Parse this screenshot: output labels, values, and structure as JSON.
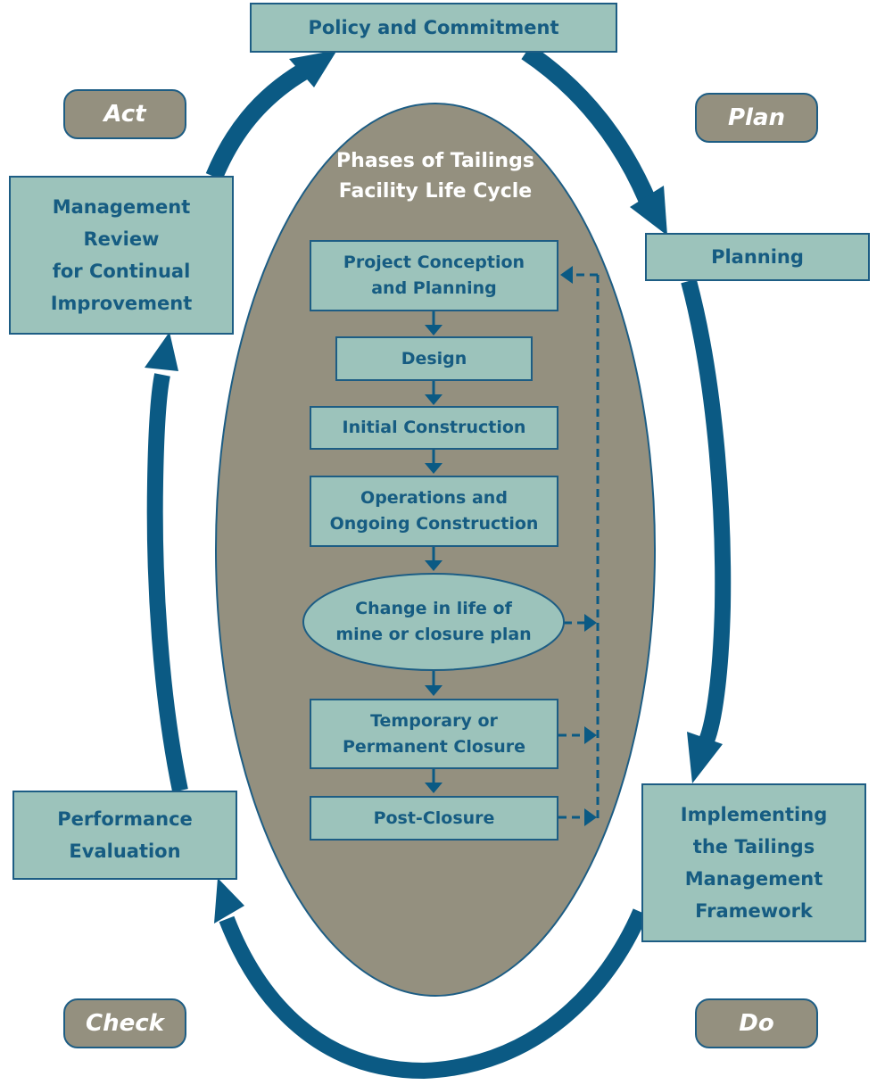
{
  "colors": {
    "box_fill": "#9cc3bb",
    "box_border": "#1d5d84",
    "arrow": "#0b5a84",
    "ellipse_fill": "#94907f",
    "text_dark": "#165c82",
    "text_light": "#ffffff"
  },
  "cycle": {
    "policy": "Policy and Commitment",
    "planning": "Planning",
    "implementing": "Implementing\nthe Tailings\nManagement\nFramework",
    "performance": "Performance\nEvaluation",
    "management_review": "Management\nReview\nfor Continual\nImprovement"
  },
  "pdca": {
    "plan": "Plan",
    "do": "Do",
    "check": "Check",
    "act": "Act"
  },
  "lifecycle": {
    "title": "Phases of Tailings\nFacility Life Cycle",
    "phases": [
      "Project Conception\nand Planning",
      "Design",
      "Initial Construction",
      "Operations and\nOngoing Construction",
      "Change in life of\nmine or closure plan",
      "Temporary or\nPermanent Closure",
      "Post-Closure"
    ]
  }
}
